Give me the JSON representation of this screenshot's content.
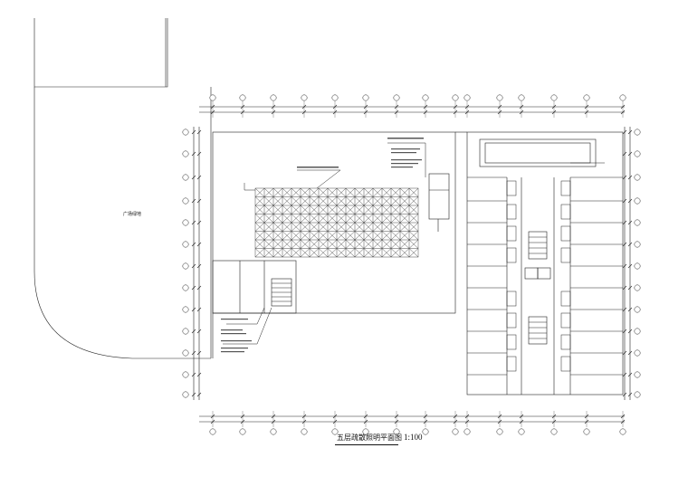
{
  "drawing": {
    "caption_title": "五层疏散照明平面图",
    "caption_scale": "1:100",
    "site_label": "广场绿地"
  }
}
